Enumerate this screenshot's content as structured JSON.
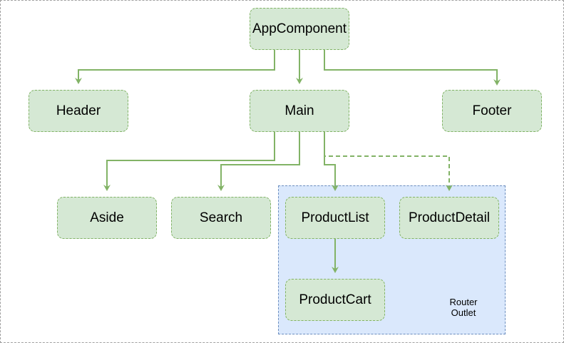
{
  "diagram": {
    "nodes": {
      "app": "AppComponent",
      "header": "Header",
      "main": "Main",
      "footer": "Footer",
      "aside": "Aside",
      "search": "Search",
      "product_list": "ProductList",
      "product_detail": "ProductDetail",
      "product_cart": "ProductCart"
    },
    "router_outlet": {
      "line1": "Router",
      "line2": "Outlet"
    },
    "edges": [
      {
        "from": "AppComponent",
        "to": "Header",
        "style": "solid"
      },
      {
        "from": "AppComponent",
        "to": "Main",
        "style": "solid"
      },
      {
        "from": "AppComponent",
        "to": "Footer",
        "style": "solid"
      },
      {
        "from": "Main",
        "to": "Aside",
        "style": "solid"
      },
      {
        "from": "Main",
        "to": "Search",
        "style": "solid"
      },
      {
        "from": "Main",
        "to": "ProductList",
        "style": "solid"
      },
      {
        "from": "Main",
        "to": "ProductDetail",
        "style": "dashed"
      },
      {
        "from": "ProductList",
        "to": "ProductCart",
        "style": "solid"
      }
    ],
    "colors": {
      "node_fill": "#d5e8d4",
      "node_border": "#82b366",
      "edge": "#82b366",
      "router_fill": "#dae8fc",
      "router_border": "#6c8ebf"
    }
  }
}
